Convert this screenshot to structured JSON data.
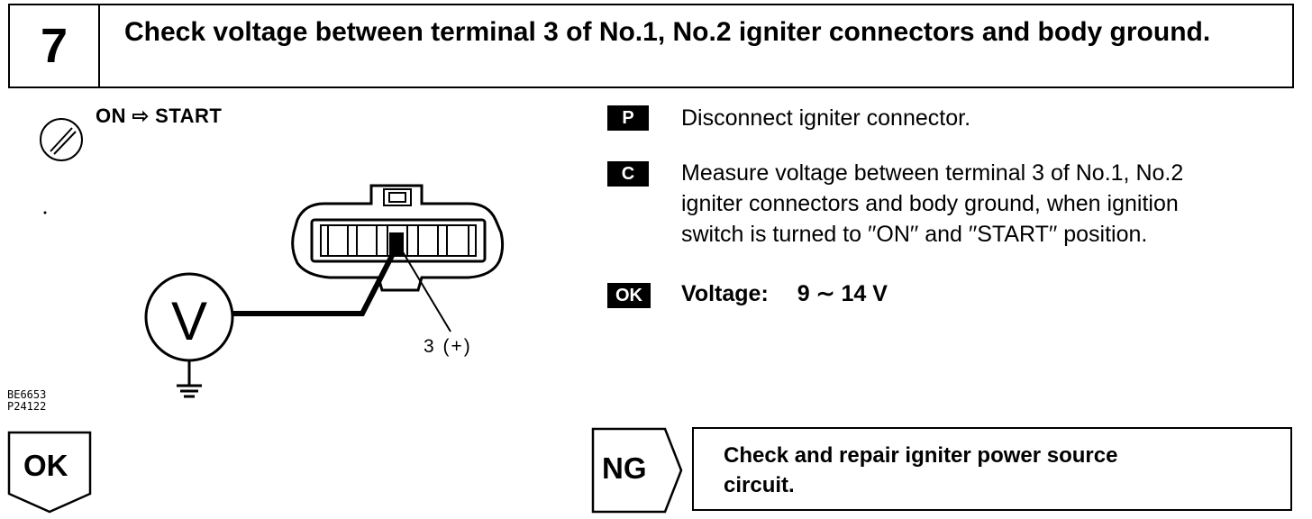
{
  "header": {
    "step_number": "7",
    "title": "Check voltage between terminal 3 of No.1, No.2 igniter connectors and body ground."
  },
  "diagram": {
    "switch_label": "ON  ⇨ START",
    "terminal_label": "3 (+)",
    "meter_symbol": "V",
    "figure_code_1": "BE6653",
    "figure_code_2": "P24122",
    "icons": [
      "ignition-switch-icon",
      "voltmeter-icon",
      "connector-icon",
      "ground-icon"
    ]
  },
  "steps": {
    "prepare": {
      "tag": "P",
      "text": "Disconnect igniter connector."
    },
    "check": {
      "tag": "C",
      "lines": [
        "Measure voltage between terminal 3 of No.1, No.2",
        "igniter connectors and body ground, when ignition",
        "switch is turned to ′′ON′′ and ′′START′′ position."
      ]
    },
    "ok": {
      "tag": "OK",
      "label": "Voltage:",
      "value": "9 ∼ 14 V"
    }
  },
  "result": {
    "ok_label": "OK",
    "ng_label": "NG",
    "ng_action_lines": [
      "Check and repair igniter power source",
      "circuit."
    ]
  }
}
